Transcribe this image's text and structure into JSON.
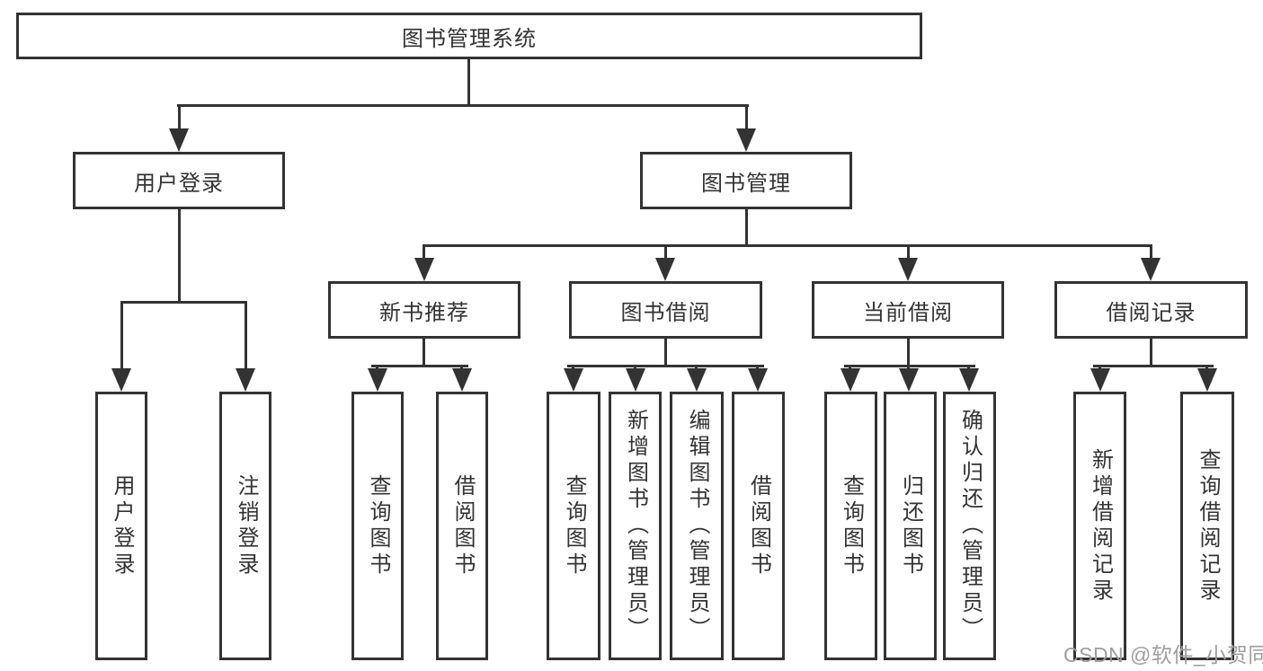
{
  "diagram": {
    "root": "图书管理系统",
    "level2": {
      "user_login": "用户登录",
      "book_mgmt": "图书管理"
    },
    "level3": {
      "new_book_rec": "新书推荐",
      "book_borrow": "图书借阅",
      "current_borrow": "当前借阅",
      "borrow_records": "借阅记录"
    },
    "leaves": {
      "user_login": "用户登录",
      "logout": "注销登录",
      "nbr_query_books": "查询图书",
      "nbr_borrow_books": "借阅图书",
      "bb_query_books": "查询图书",
      "bb_add_books": "新增图书（管理员）",
      "bb_edit_books": "编辑图书（管理员）",
      "bb_borrow_books": "借阅图书",
      "cb_query_books": "查询图书",
      "cb_return_books": "归还图书",
      "cb_confirm_return": "确认归还（管理员）",
      "br_add_record": "新增借阅记录",
      "br_query_record": "查询借阅记录"
    }
  },
  "watermark": "CSDN @软件_小贺同学",
  "colors": {
    "line": "#333333",
    "box_fill": "#ffffff",
    "text": "#333333",
    "watermark": "#9e9e9e"
  }
}
